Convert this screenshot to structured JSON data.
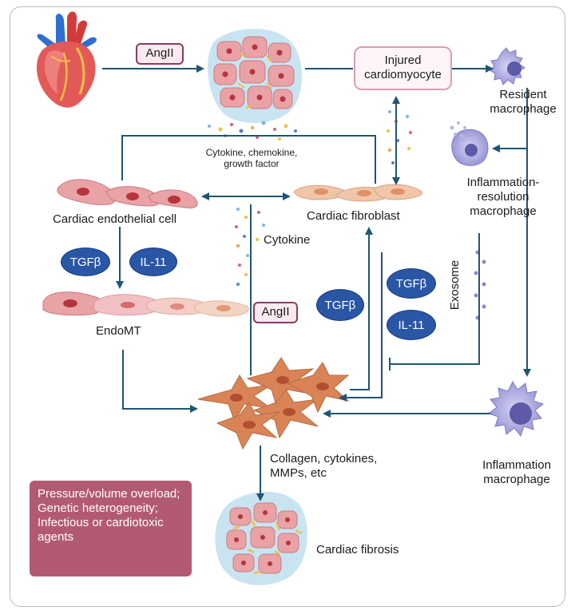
{
  "labels": {
    "angii": "AngII",
    "injured_line1": "Injured",
    "injured_line2": "cardiomyocyte",
    "resident_line1": "Resident",
    "resident_line2": "macrophage",
    "signal_line1": "Cytokine, chemokine,",
    "signal_line2": "growth factor",
    "resolution_line1": "Inflammation-",
    "resolution_line2": "resolution",
    "resolution_line3": "macrophage",
    "endothelial": "Cardiac endothelial cell",
    "fibroblast": "Cardiac fibroblast",
    "cytokine": "Cytokine",
    "exosome": "Exosome",
    "tgfb": "TGFβ",
    "il11": "IL-11",
    "endomt": "EndoMT",
    "products_line1": "Collagen, cytokines,",
    "products_line2": "MMPs, etc",
    "inflammation_line1": "Inflammation",
    "inflammation_line2": "macrophage",
    "fibrosis": "Cardiac fibrosis"
  },
  "risk_factors": [
    "Pressure/volume overload;",
    "Genetic heterogeneity;",
    "Infectious or cardiotoxic agents"
  ],
  "colors": {
    "arrow": "#1f5672",
    "ellipse": "#2a56a6",
    "pill_border": "#8a3a62",
    "risk_box": "#b35a73",
    "myocyte": "#e9a2a6",
    "fibroblast": "#f0c5a8",
    "myofibroblast": "#d98456",
    "macrophage": "#a7a6dc"
  }
}
